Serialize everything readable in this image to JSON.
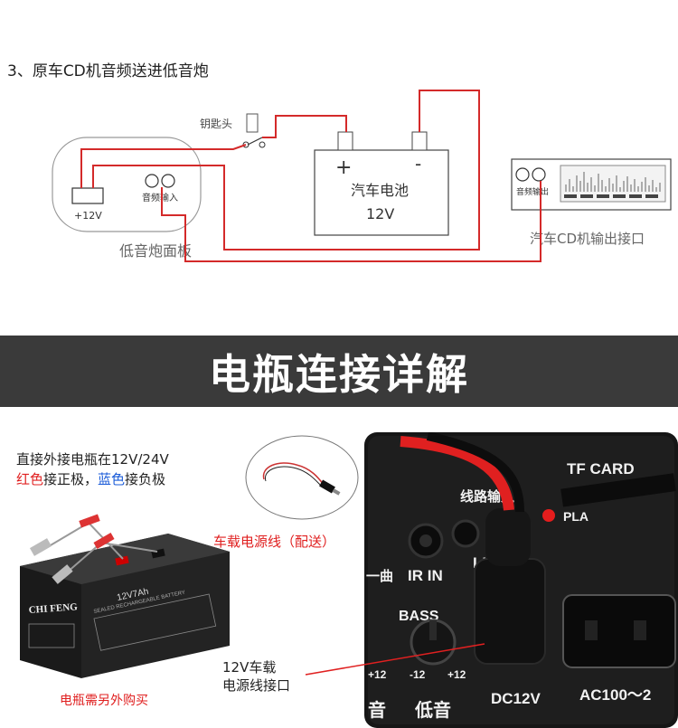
{
  "step_title": "3、原车CD机音频送进低音炮",
  "diagram": {
    "key_label": "钥匙头",
    "battery_label": "汽车电池",
    "battery_voltage": "12V",
    "plus": "+",
    "minus": "-",
    "panel_12v": "+12V",
    "panel_audio_in": "音频输入",
    "panel_caption": "低音炮面板",
    "cd_audio_out": "音频输出",
    "cd_caption": "汽车CD机输出接口"
  },
  "banner": "电瓶连接详解",
  "description": {
    "line1": "直接外接电瓶在12V/24V",
    "red_text": "红色",
    "mid_text": "接正极，",
    "blue_text": "蓝色",
    "end_text": "接负极"
  },
  "battery": {
    "brand": "CHI FENG",
    "spec": "12V7Ah",
    "sub": "SEALED RECHARGEABLE BATTERY"
  },
  "battery_note": "电瓶需另外购买",
  "cable_label": "车载电源线（配送）",
  "connector_label_line1": "12V车载",
  "connector_label_line2": "电源线接口",
  "panel_photo": {
    "tf_card": "TF CARD",
    "pla": "PLA",
    "line_in_cn": "线路输入",
    "ir_in": "IR IN",
    "line_in": "LINE IN",
    "bass": "BASS",
    "p12a": "+12",
    "m12": "-12",
    "p12b": "+12",
    "bass_cn": "低音",
    "dc12v": "DC12V",
    "ac": "AC100～2",
    "left_cn1": "音",
    "left_cn2": "一曲"
  }
}
